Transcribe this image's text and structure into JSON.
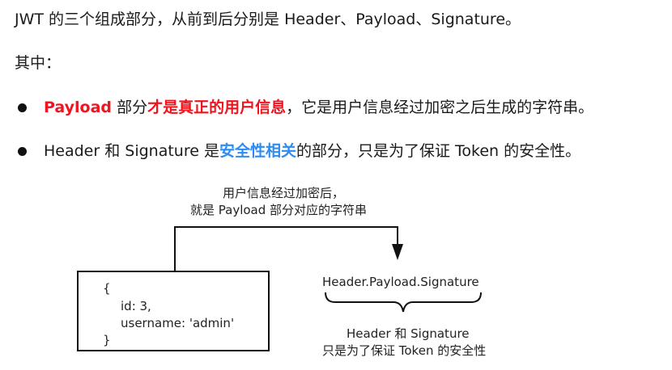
{
  "intro": {
    "line1": "JWT 的三个组成部分，从前到后分别是 Header、Payload、Signature。",
    "line2": "其中："
  },
  "bullets": [
    {
      "prefix_bold": "Payload",
      "text1": " 部分",
      "highlight": "才是真正的用户信息",
      "text2": "，它是用户信息经过加密之后生成的字符串。"
    },
    {
      "prefix": "Header 和 Signature 是",
      "highlight": "安全性相关",
      "text2": "的部分，只是为了保证 Token 的安全性。"
    }
  ],
  "diagram": {
    "top_note_line1": "用户信息经过加密后，",
    "top_note_line2": "就是 Payload 部分对应的字符串",
    "token_format": "Header.Payload.Signature",
    "bottom_note_line1": "Header 和 Signature",
    "bottom_note_line2": "只是为了保证 Token 的安全性",
    "code": {
      "open": "{",
      "id_line": "id: 3,",
      "username_line": "username: 'admin'",
      "close": "}"
    }
  },
  "colors": {
    "highlight_red": "#f0141e",
    "highlight_blue": "#2b8cf2",
    "text": "#1a1a1a"
  }
}
